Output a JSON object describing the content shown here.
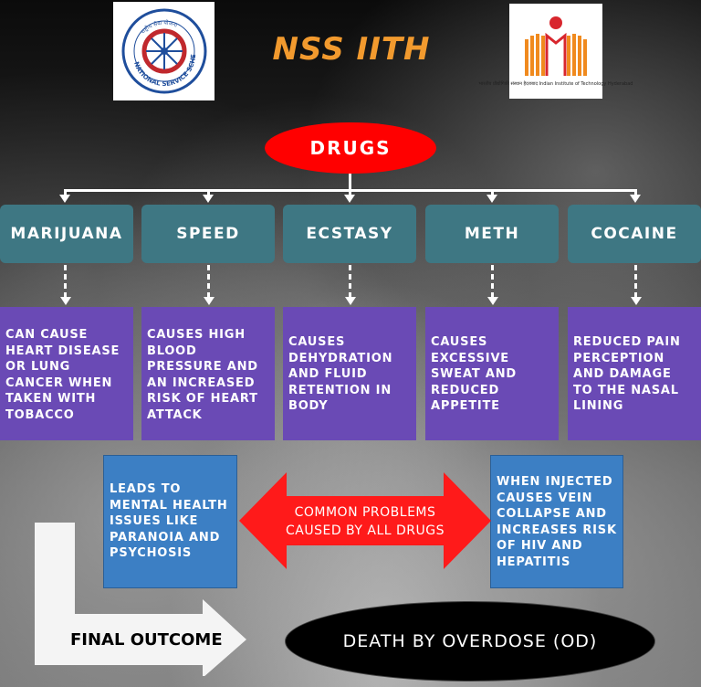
{
  "title": "NSS IITH",
  "logos": {
    "nss_alt": "NATIONAL SERVICE SCHEME",
    "nss_top": "राष्ट्रीय सेवा योजना",
    "iith_caption": "भारतीय प्रौद्योगिकी संस्थान हैदराबाद Indian Institute of Technology Hyderabad"
  },
  "root": "DRUGS",
  "drugs": [
    {
      "name": "MARIJUANA",
      "effect": "Can cause heart disease or lung cancer when taken with tobacco"
    },
    {
      "name": "SPEED",
      "effect": "Causes high blood pressure and an increased risk of heart attack"
    },
    {
      "name": "ECSTASY",
      "effect": "Causes dehydration and fluid retention in body"
    },
    {
      "name": "METH",
      "effect": "Causes excessive sweat and reduced appetite"
    },
    {
      "name": "COCAINE",
      "effect": "Reduced pain perception and damage to the nasal lining"
    }
  ],
  "common": {
    "label": "COMMON PROBLEMS CAUSED BY ALL DRUGS",
    "left": "Leads to mental health issues like paranoia and psychosis",
    "right": "When injected causes vein collapse and increases risk of HIV and hepatitis"
  },
  "outcome": {
    "label": "FINAL OUTCOME",
    "result": "DEATH BY OVERDOSE (OD)"
  },
  "colors": {
    "title": "#f29a2e",
    "root": "#ff0000",
    "drug_box": "#3e7783",
    "effect_box": "#6a4ab5",
    "common_box": "#3c7fc4",
    "common_arrow": "#ff0000"
  }
}
